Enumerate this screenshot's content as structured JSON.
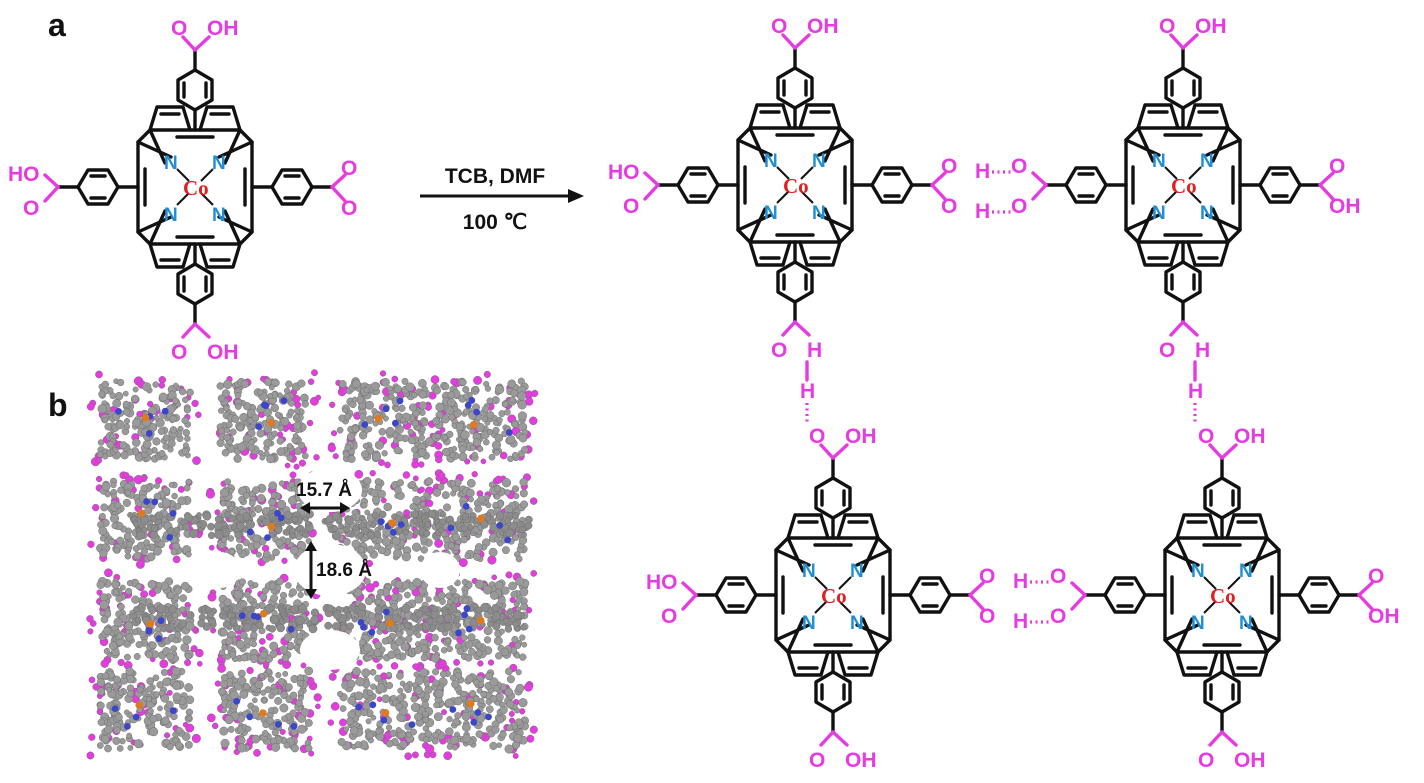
{
  "panels": {
    "a": "a",
    "b": "b"
  },
  "reaction": {
    "top": "TCB, DMF",
    "bottom": "100 ℃"
  },
  "atoms": {
    "metal": "Co",
    "nitrogen": "N",
    "acid": "OH",
    "oxygen": "O",
    "hydrogen": "H",
    "acid_left": "HO"
  },
  "dimensions": {
    "horizontal": "15.7 Å",
    "vertical": "18.6 Å"
  },
  "colors": {
    "acid": "#e53be0",
    "nitrogen": "#1f8fd3",
    "cobalt": "#e01f1f",
    "bond": "#111111",
    "carbon_atom": "#9a9a9a",
    "cobalt_atom": "#e07a1f"
  }
}
